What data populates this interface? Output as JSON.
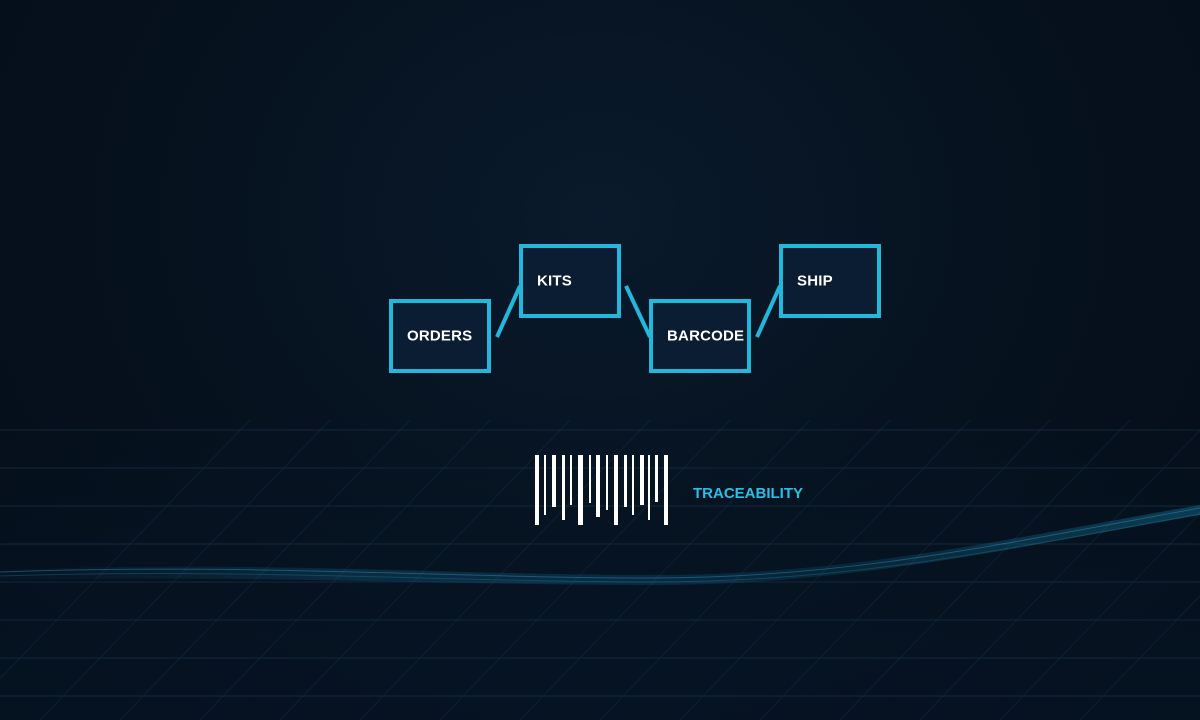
{
  "diagram": {
    "steps": [
      {
        "id": "orders",
        "label": "ORDERS"
      },
      {
        "id": "kits",
        "label": "KITS"
      },
      {
        "id": "barcode",
        "label": "BARCODE"
      },
      {
        "id": "ship",
        "label": "SHIP"
      }
    ],
    "connections": [
      {
        "from": "orders",
        "to": "kits"
      },
      {
        "from": "kits",
        "to": "barcode"
      },
      {
        "from": "barcode",
        "to": "ship"
      }
    ]
  },
  "traceability": {
    "icon": "barcode-icon",
    "label": "TRACEABILITY"
  },
  "colors": {
    "accent": "#22b8dc",
    "box_fill": "#0b1d33",
    "background": "#06121f",
    "text": "#ffffff",
    "trace_text": "#2bbfe6"
  }
}
